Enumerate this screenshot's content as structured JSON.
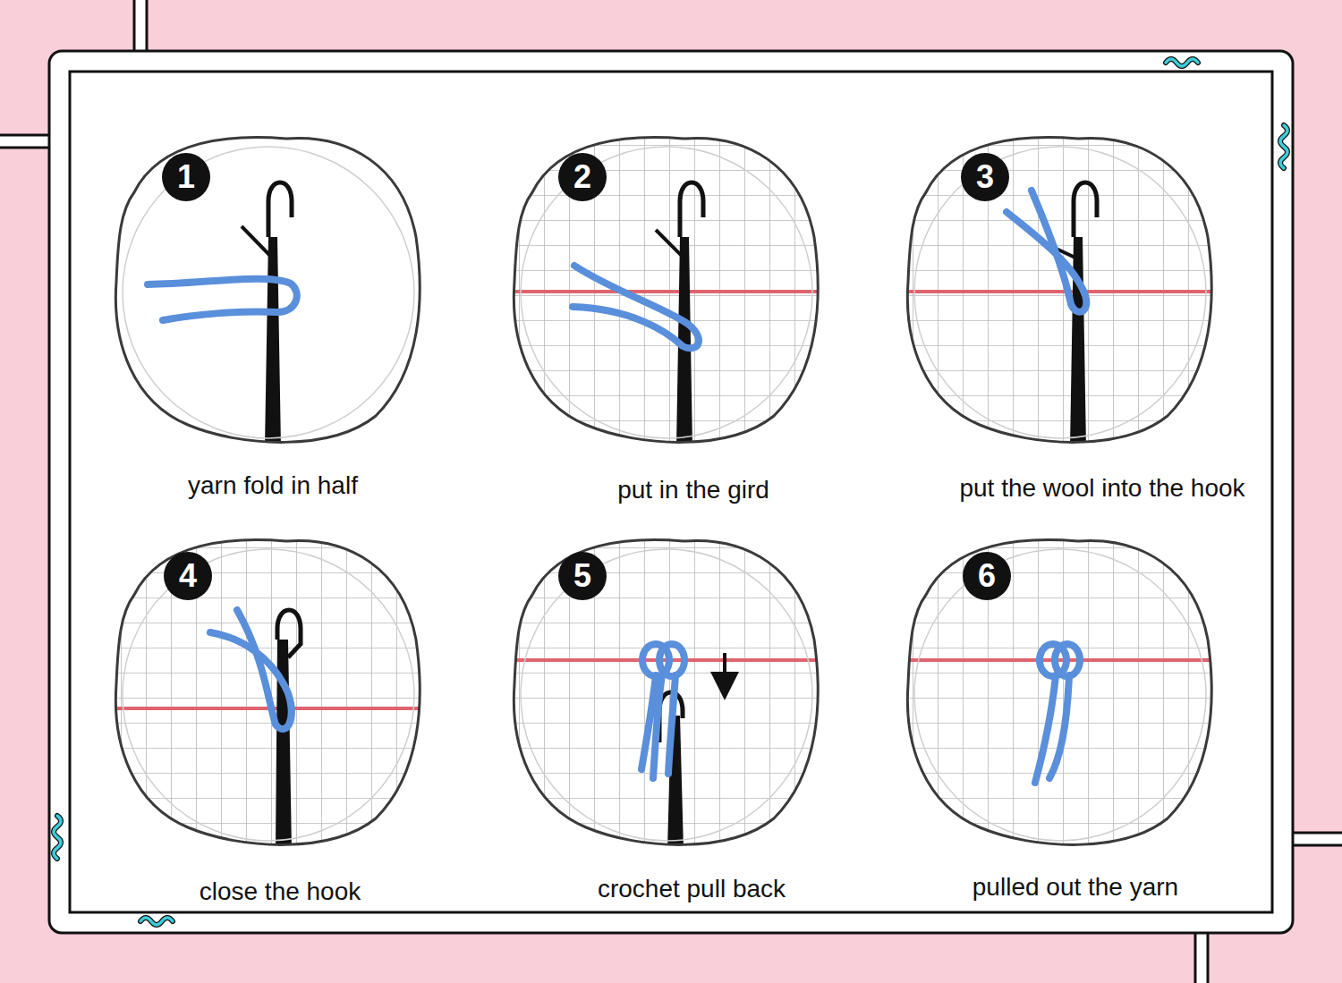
{
  "diagram": {
    "nodes": [
      {
        "text": [
          "yarn fold in half"
        ]
      },
      {
        "text": [
          "1"
        ],
        "in": 0
      },
      {
        "text": [
          "put in the gird"
        ]
      },
      {
        "text": [
          "2"
        ],
        "in": 2
      },
      {
        "text": [
          "put the wool into the hook"
        ]
      },
      {
        "text": [
          "3"
        ],
        "in": 4
      },
      {
        "text": [
          "close the hook"
        ]
      },
      {
        "text": [
          "4"
        ],
        "in": 6
      },
      {
        "text": [
          "crochet pull back"
        ]
      },
      {
        "text": [
          "5"
        ],
        "in": 8
      },
      {
        "text": [
          "pulled out the yarn"
        ]
      },
      {
        "text": [
          "6"
        ],
        "in": 10
      }
    ]
  }
}
